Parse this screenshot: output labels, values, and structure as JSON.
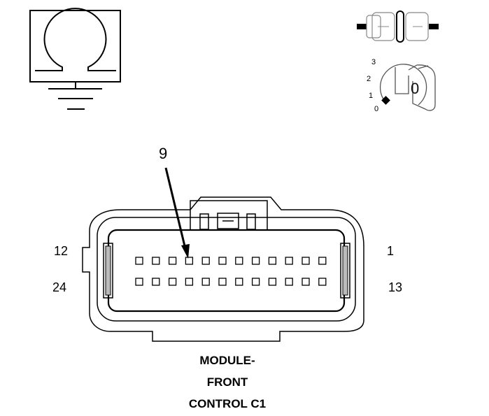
{
  "title_lines": [
    "MODULE-",
    "FRONT",
    "CONTROL C1"
  ],
  "pin_labels": {
    "top_left": "12",
    "bottom_left": "24",
    "top_right": "1",
    "bottom_right": "13"
  },
  "callout_label": "9",
  "key_positions": [
    "0",
    "1",
    "2",
    "3"
  ],
  "key_cylinder_mark": "0",
  "symbols": [
    "ground-ohm-symbol",
    "fuse-icon",
    "ignition-key-icon",
    "connector-face"
  ],
  "pin_rows": 2,
  "pins_per_row": 12
}
